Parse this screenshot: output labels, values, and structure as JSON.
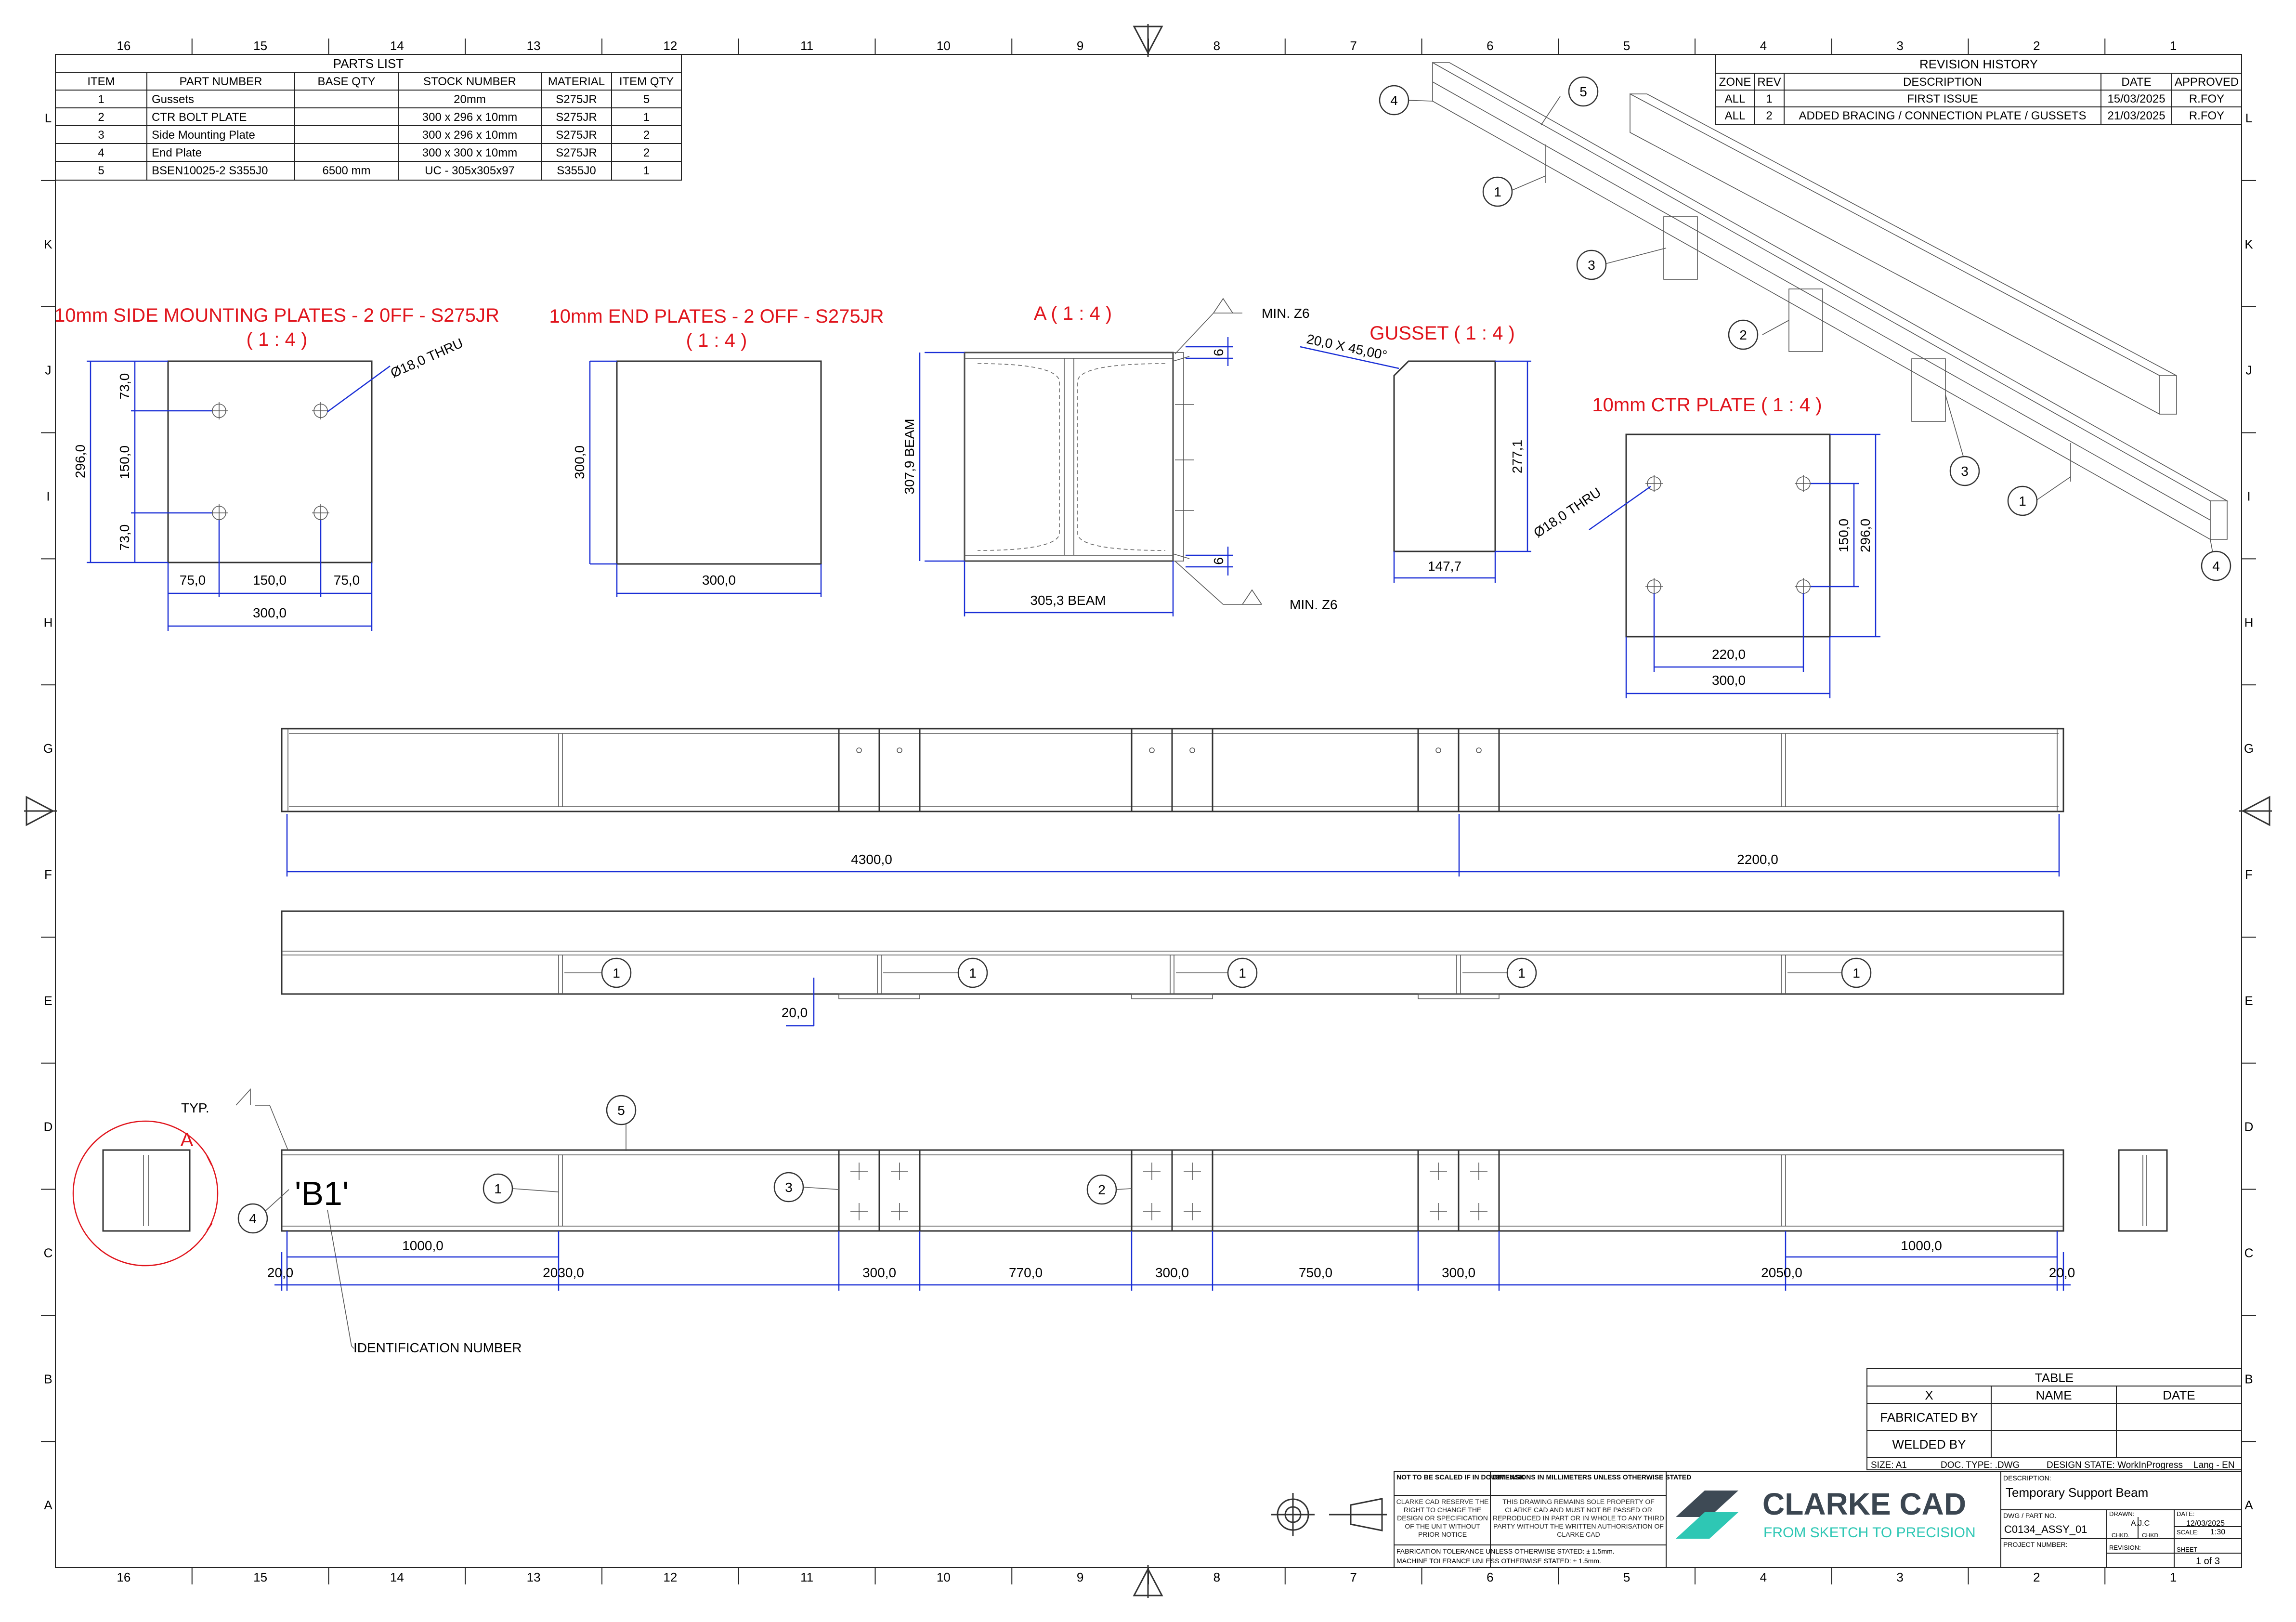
{
  "zones_top": [
    "16",
    "15",
    "14",
    "13",
    "12",
    "11",
    "10",
    "9",
    "8",
    "7",
    "6",
    "5",
    "4",
    "3",
    "2",
    "1"
  ],
  "zones_side": [
    "L",
    "K",
    "J",
    "I",
    "H",
    "G",
    "F",
    "E",
    "D",
    "C",
    "B",
    "A"
  ],
  "parts_list": {
    "title": "PARTS LIST",
    "headers": [
      "ITEM",
      "PART NUMBER",
      "BASE QTY",
      "STOCK NUMBER",
      "MATERIAL",
      "ITEM QTY"
    ],
    "rows": [
      [
        "1",
        "Gussets",
        "",
        "20mm",
        "S275JR",
        "5"
      ],
      [
        "2",
        "CTR BOLT PLATE",
        "",
        "300 x 296 x 10mm",
        "S275JR",
        "1"
      ],
      [
        "3",
        "Side Mounting Plate",
        "",
        "300 x 296 x 10mm",
        "S275JR",
        "2"
      ],
      [
        "4",
        "End Plate",
        "",
        "300 x 300 x 10mm",
        "S275JR",
        "2"
      ],
      [
        "5",
        "BSEN10025-2 S355J0",
        "6500 mm",
        "UC - 305x305x97",
        "S355J0",
        "1"
      ]
    ]
  },
  "revision_history": {
    "title": "REVISION HISTORY",
    "headers": [
      "ZONE",
      "REV",
      "DESCRIPTION",
      "DATE",
      "APPROVED"
    ],
    "rows": [
      [
        "ALL",
        "1",
        "FIRST ISSUE",
        "15/03/2025",
        "R.FOY"
      ],
      [
        "ALL",
        "2",
        "ADDED BRACING / CONNECTION PLATE / GUSSETS",
        "21/03/2025",
        "R.FOY"
      ]
    ]
  },
  "views": {
    "side_plate": {
      "title": "10mm SIDE MOUNTING PLATES - 2 0FF - S275JR",
      "scale": "( 1 : 4 )",
      "hole": "Ø18,0 THRU",
      "d_73a": "73,0",
      "d_150v": "150,0",
      "d_73b": "73,0",
      "d_296": "296,0",
      "d_75a": "75,0",
      "d_150h": "150,0",
      "d_75b": "75,0",
      "d_300": "300,0"
    },
    "end_plate": {
      "title": "10mm END PLATES - 2 OFF - S275JR",
      "scale": "( 1 : 4 )",
      "d_300v": "300,0",
      "d_300h": "300,0"
    },
    "section_a": {
      "title": "A ( 1 : 4 )",
      "weld_top": "MIN. Z6",
      "weld_bot": "MIN. Z6",
      "d_beam_h": "307,9 BEAM",
      "d_beam_w": "305,3 BEAM",
      "d_6a": "6",
      "d_6b": "6"
    },
    "gusset": {
      "title": "GUSSET ( 1 : 4 )",
      "chamfer": "20,0 X 45,00°",
      "d_h": "277,1",
      "d_w": "147,7"
    },
    "ctr_plate": {
      "title": "10mm CTR PLATE ( 1 : 4 )",
      "hole": "Ø18,0 THRU",
      "d_150": "150,0",
      "d_296": "296,0",
      "d_220": "220,0",
      "d_300": "300,0"
    },
    "top_view": {
      "d_4300": "4300,0",
      "d_2200": "2200,0"
    },
    "mid_view": {
      "d_20": "20,0",
      "balloon": "1"
    },
    "front_view": {
      "mark": "'B1'",
      "id_note": "IDENTIFICATION NUMBER",
      "typ": "TYP.",
      "section_letter": "A",
      "dims_upper": [
        "1000,0",
        "1000,0"
      ],
      "dims_lower": [
        "20,0",
        "2030,0",
        "300,0",
        "770,0",
        "300,0",
        "750,0",
        "300,0",
        "2050,0",
        "20,0"
      ]
    },
    "iso_balloons": [
      "4",
      "5",
      "1",
      "3",
      "2",
      "3",
      "1",
      "4"
    ]
  },
  "sign_table": {
    "title": "TABLE",
    "headers": [
      "X",
      "NAME",
      "DATE"
    ],
    "rows": [
      "FABRICATED BY",
      "WELDED BY"
    ]
  },
  "title_block": {
    "size": "SIZE: A1",
    "doc_type": "DOC. TYPE: .DWG",
    "design_state": "DESIGN STATE: WorkInProgress",
    "lang": "Lang - EN",
    "not_scaled": "NOT TO BE SCALED IF IN DOUBT - ASK",
    "units_note": "DIMENSIONS IN MILLIMETERS UNLESS OTHERWISE STATED",
    "reserve_note": "CLARKE CAD RESERVE THE RIGHT TO CHANGE THE DESIGN OR SPECIFICATION OF THE UNIT WITHOUT PRIOR NOTICE",
    "property_note": "THIS DRAWING REMAINS SOLE PROPERTY OF CLARKE CAD AND MUST NOT BE PASSED OR REPRODUCED IN PART OR IN WHOLE TO ANY THIRD PARTY WITHOUT THE WRITTEN AUTHORISATION OF CLARKE CAD",
    "tol1": "FABRICATION TOLERANCE UNLESS OTHERWISE STATED: ± 1.5mm.",
    "tol2": "MACHINE TOLERANCE UNLESS OTHERWISE STATED: ± 1.5mm.",
    "brand": "CLARKE CAD",
    "tagline": "FROM SKETCH TO PRECISION",
    "desc_label": "DESCRIPTION:",
    "description": "Temporary Support Beam",
    "dwg_label": "DWG / PART NO.",
    "dwg_no": "C0134_ASSY_01",
    "project_label": "PROJECT NUMBER:",
    "drawn_label": "DRAWN:",
    "drawn": "A.J.C",
    "date_label": "DATE:",
    "date": "12/03/2025",
    "chkd": "CHKD.",
    "scale_label": "SCALE:",
    "scale": "1:30",
    "revision_label": "REVISION:",
    "sheet_label": "SHEET",
    "sheet": "1 of 3"
  }
}
